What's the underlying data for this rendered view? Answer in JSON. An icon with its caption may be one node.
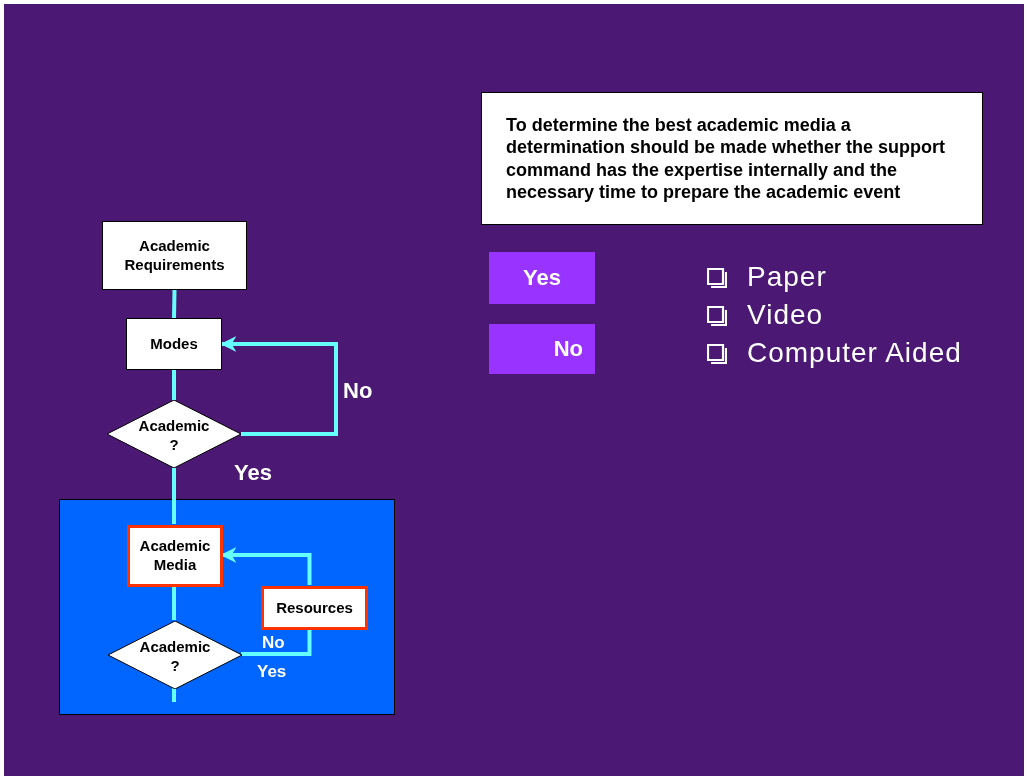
{
  "diagram": {
    "nodes": [
      {
        "text": [
          "Academic Requirements"
        ]
      },
      {
        "text": [
          "Modes"
        ]
      },
      {
        "text": [
          "Academic ?"
        ]
      },
      {
        "text": [],
        "shape": "box"
      },
      {
        "text": [
          "Academic Media"
        ],
        "in": 3
      },
      {
        "text": [
          "Resources"
        ],
        "in": 3
      },
      {
        "text": [
          "Academic ?"
        ],
        "in": 3
      },
      {
        "text": [
          "To determine the best academic media a determination should be made whether the support command has the expertise internally and the necessary time to prepare the academic event"
        ]
      },
      {
        "text": [
          "Yes"
        ]
      },
      {
        "text": [
          "No"
        ]
      }
    ],
    "edges": [
      {
        "from": 0,
        "to": 1,
        "arrow": "none"
      },
      {
        "from": 1,
        "to": 2,
        "arrow": "none"
      },
      {
        "from": 2,
        "to": 1,
        "arrow": "to",
        "label": "No"
      },
      {
        "from": 2,
        "to": 4,
        "arrow": "none",
        "label": "Yes"
      },
      {
        "from": 4,
        "to": 6,
        "arrow": "none"
      },
      {
        "from": 6,
        "to": 5,
        "arrow": "none",
        "label": "No"
      },
      {
        "from": 5,
        "to": 4,
        "arrow": "to"
      },
      {
        "from": 6,
        "to": null,
        "arrow": "none"
      }
    ],
    "labels": [
      "Yes",
      "Paper",
      "Video",
      "Computer Aided"
    ]
  }
}
